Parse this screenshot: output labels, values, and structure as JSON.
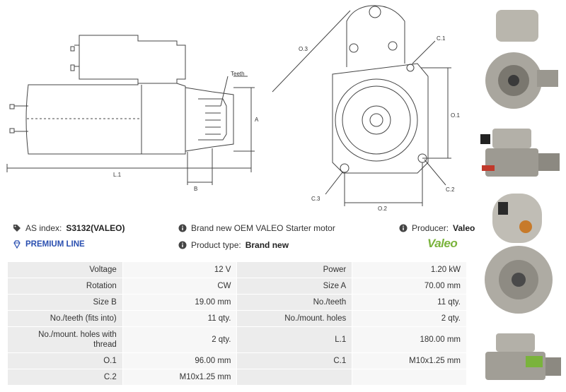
{
  "diagram": {
    "labels": {
      "teeth": "Teeth",
      "a": "A",
      "l1": "L.1",
      "b": "B",
      "o3": "O.3",
      "c1": "C.1",
      "o1": "O.1",
      "c3": "C.3",
      "c2": "C.2",
      "o2": "O.2"
    }
  },
  "product": {
    "as_index_label": "AS index:",
    "as_index_value": "S3132(VALEO)",
    "premium": "PREMIUM LINE",
    "title": "Brand new OEM VALEO Starter motor",
    "type_label": "Product type:",
    "type_value": "Brand new",
    "producer_label": "Producer:",
    "producer_value": "Valeo",
    "logo_text": "Valeo"
  },
  "specs": [
    {
      "k1": "Voltage",
      "v1": "12 V",
      "k2": "Power",
      "v2": "1.20 kW"
    },
    {
      "k1": "Rotation",
      "v1": "CW",
      "k2": "Size A",
      "v2": "70.00 mm"
    },
    {
      "k1": "Size B",
      "v1": "19.00 mm",
      "k2": "No./teeth",
      "v2": "11 qty."
    },
    {
      "k1": "No./teeth (fits into)",
      "v1": "11 qty.",
      "k2": "No./mount. holes",
      "v2": "2 qty."
    },
    {
      "k1": "No./mount. holes with thread",
      "v1": "2 qty.",
      "k2": "L.1",
      "v2": "180.00 mm"
    },
    {
      "k1": "O.1",
      "v1": "96.00 mm",
      "k2": "C.1",
      "v2": "M10x1.25 mm"
    },
    {
      "k1": "C.2",
      "v1": "M10x1.25 mm",
      "k2": "",
      "v2": ""
    }
  ],
  "colors": {
    "accent": "#2a4fb0",
    "brand": "#7ab33c",
    "label_bg": "#ececec",
    "value_bg": "#f7f7f7"
  },
  "icons": [
    "tag-icon",
    "diamond-icon",
    "info-icon"
  ]
}
